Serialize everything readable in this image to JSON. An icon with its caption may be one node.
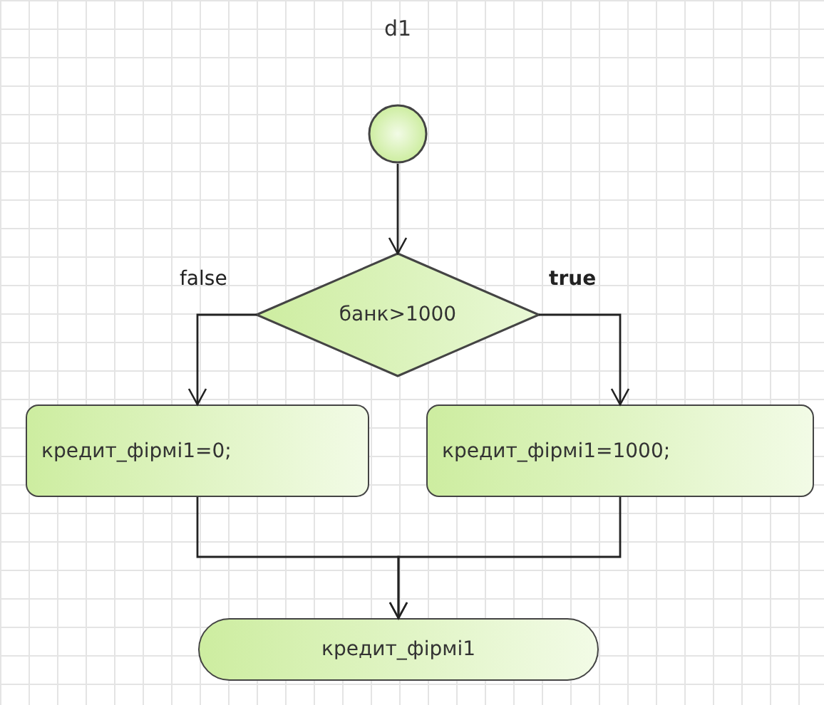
{
  "diagram": {
    "nodes": [
      {
        "text": [],
        "shape": "circle",
        "beside": [
          "d1"
        ]
      },
      {
        "text": [
          "банк>1000"
        ]
      },
      {
        "text": [
          "кредит_фірмі1=0;"
        ]
      },
      {
        "text": [
          "кредит_фірмі1=1000;"
        ]
      },
      {
        "text": [
          "кредит_фірмі1"
        ]
      }
    ],
    "edges": [
      {
        "from": 0,
        "to": 1,
        "arrow": "to"
      },
      {
        "from": 1,
        "to": 2,
        "arrow": "to",
        "label": "false"
      },
      {
        "from": 1,
        "to": 3,
        "arrow": "to",
        "label": "true"
      },
      {
        "from": 2,
        "to": 4,
        "arrow": "to"
      },
      {
        "from": 3,
        "to": 4,
        "arrow": "to"
      }
    ]
  }
}
